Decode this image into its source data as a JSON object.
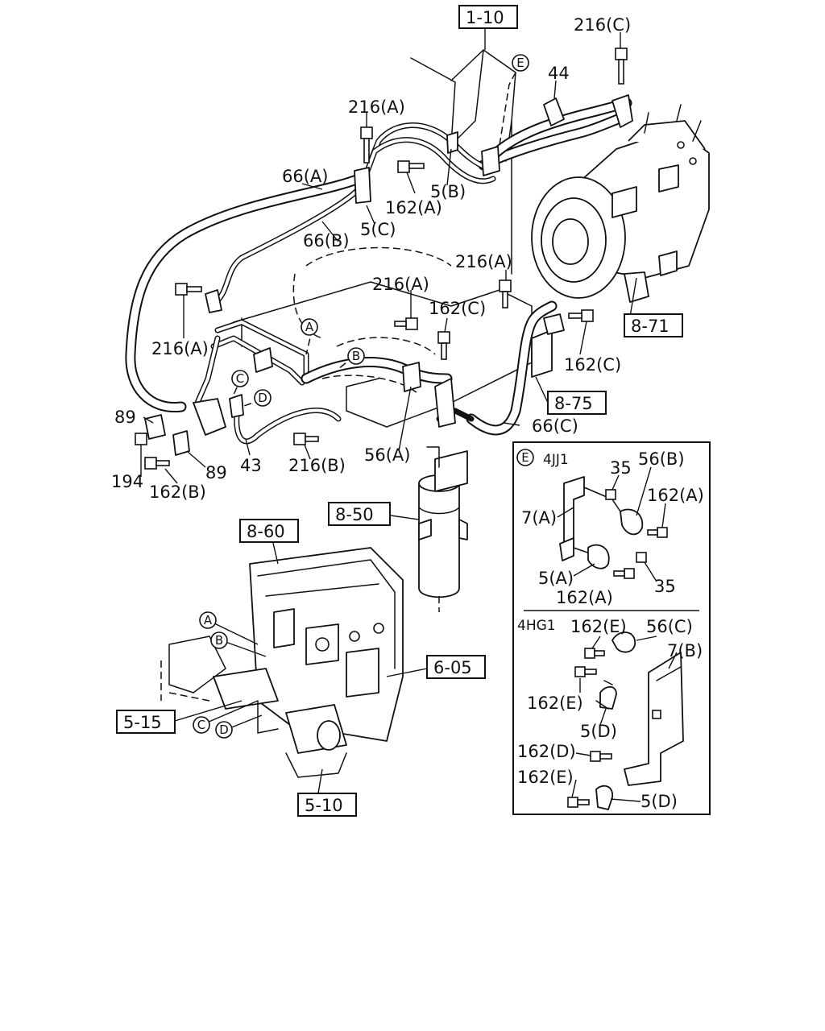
{
  "callouts": {
    "c_216C_top": "216(C)",
    "c_44": "44",
    "c_216A_top": "216(A)",
    "c_66A": "66(A)",
    "c_162A_top": "162(A)",
    "c_5B": "5(B)",
    "c_66B": "66(B)",
    "c_5C": "5(C)",
    "c_216A_right": "216(A)",
    "c_216A_mid": "216(A)",
    "c_162C_mid": "162(C)",
    "c_216A_left": "216(A)",
    "c_162C_right": "162(C)",
    "c_89_left": "89",
    "c_194": "194",
    "c_162B": "162(B)",
    "c_89_right": "89",
    "c_43": "43",
    "c_216B": "216(B)",
    "c_56A": "56(A)",
    "c_66C": "66(C)"
  },
  "ref_boxes": {
    "r_1_10": "1-10",
    "r_8_71": "8-71",
    "r_8_75": "8-75",
    "r_8_50": "8-50",
    "r_8_60": "8-60",
    "r_6_05": "6-05",
    "r_5_15": "5-15",
    "r_5_10": "5-10"
  },
  "circled_letters": {
    "E": "E",
    "A": "A",
    "B": "B",
    "C": "C",
    "D": "D"
  },
  "detail_panel": {
    "marker": "E",
    "engine_4jj1": "4JJ1",
    "engine_4hg1": "4HG1",
    "labels_4jj1": {
      "c_35_top": "35",
      "c_56B": "56(B)",
      "c_162A_a": "162(A)",
      "c_7A": "7(A)",
      "c_5A": "5(A)",
      "c_35_bot": "35",
      "c_162A_b": "162(A)"
    },
    "labels_4hg1": {
      "c_162E_a": "162(E)",
      "c_56C": "56(C)",
      "c_7B": "7(B)",
      "c_162E_b": "162(E)",
      "c_5D_a": "5(D)",
      "c_162D": "162(D)",
      "c_162E_c": "162(E)",
      "c_5D_b": "5(D)"
    }
  }
}
